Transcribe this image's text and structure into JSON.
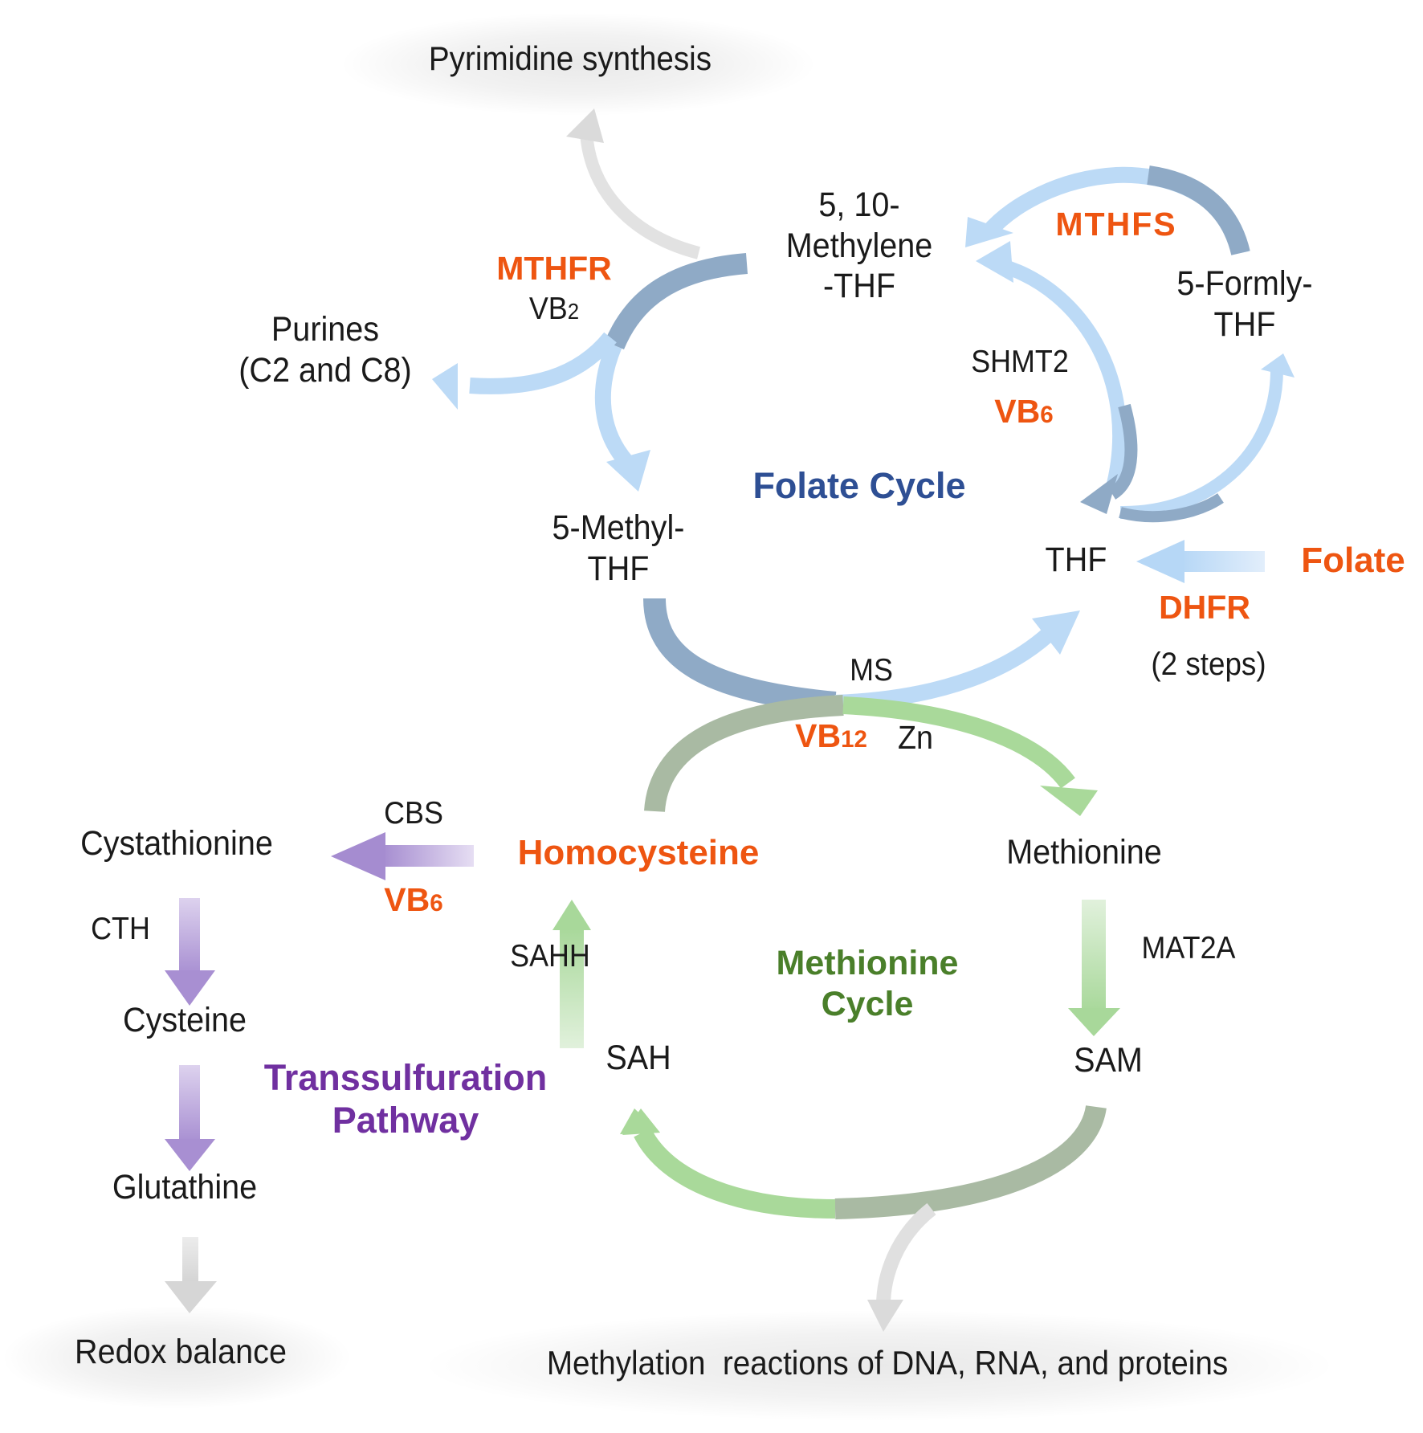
{
  "diagram": {
    "cycles": {
      "folate": "Folate Cycle",
      "methionine": [
        "Methionine",
        "Cycle"
      ],
      "transsulfuration": [
        "Transsulfuration",
        "Pathway"
      ]
    },
    "outputs": {
      "pyrimidine": "Pyrimidine synthesis",
      "redox": "Redox balance",
      "methylation": "Methylation  reactions of DNA, RNA, and proteins"
    },
    "metabolites": {
      "methylene_thf": [
        "5, 10-",
        "Methylene",
        "-THF"
      ],
      "formyl_thf": [
        "5-Formly-",
        "THF"
      ],
      "purines": [
        "Purines",
        "(C2 and C8)"
      ],
      "methyl_thf": [
        "5-Methyl-",
        "THF"
      ],
      "thf": "THF",
      "folate": "Folate",
      "homocysteine": "Homocysteine",
      "methionine": "Methionine",
      "sah": "SAH",
      "sam": "SAM",
      "cystathionine": "Cystathionine",
      "cysteine": "Cysteine",
      "glutathine": "Glutathine"
    },
    "enzymes": {
      "mthfr": "MTHFR",
      "mthfs": "MTHFS",
      "shmt2": "SHMT2",
      "dhfr": "DHFR",
      "dhfr_note": "(2 steps)",
      "ms": "MS",
      "cbs": "CBS",
      "cth": "CTH",
      "sahh": "SAHH",
      "mat2a": "MAT2A"
    },
    "cofactors": {
      "vb2": {
        "base": "VB",
        "sub": "2"
      },
      "vb6_shmt2": {
        "base": "VB",
        "sub": "6"
      },
      "vb6_cbs": {
        "base": "VB",
        "sub": "6"
      },
      "vb12": {
        "base": "VB",
        "sub": "12"
      },
      "zn": "Zn"
    },
    "colors": {
      "highlight_orange": "#ee5511",
      "folate_blue": "#2e4f94",
      "methionine_green": "#4a7f2a",
      "transsulfuration_purple": "#7030a0",
      "arrow_light_blue": "#b9daf7",
      "arrow_steel_blue": "#8faac6",
      "arrow_light_green": "#a9d99a",
      "arrow_sage": "#a9baa3",
      "arrow_purple": "#a98fd0",
      "arrow_gray": "#d6d6d6"
    }
  }
}
